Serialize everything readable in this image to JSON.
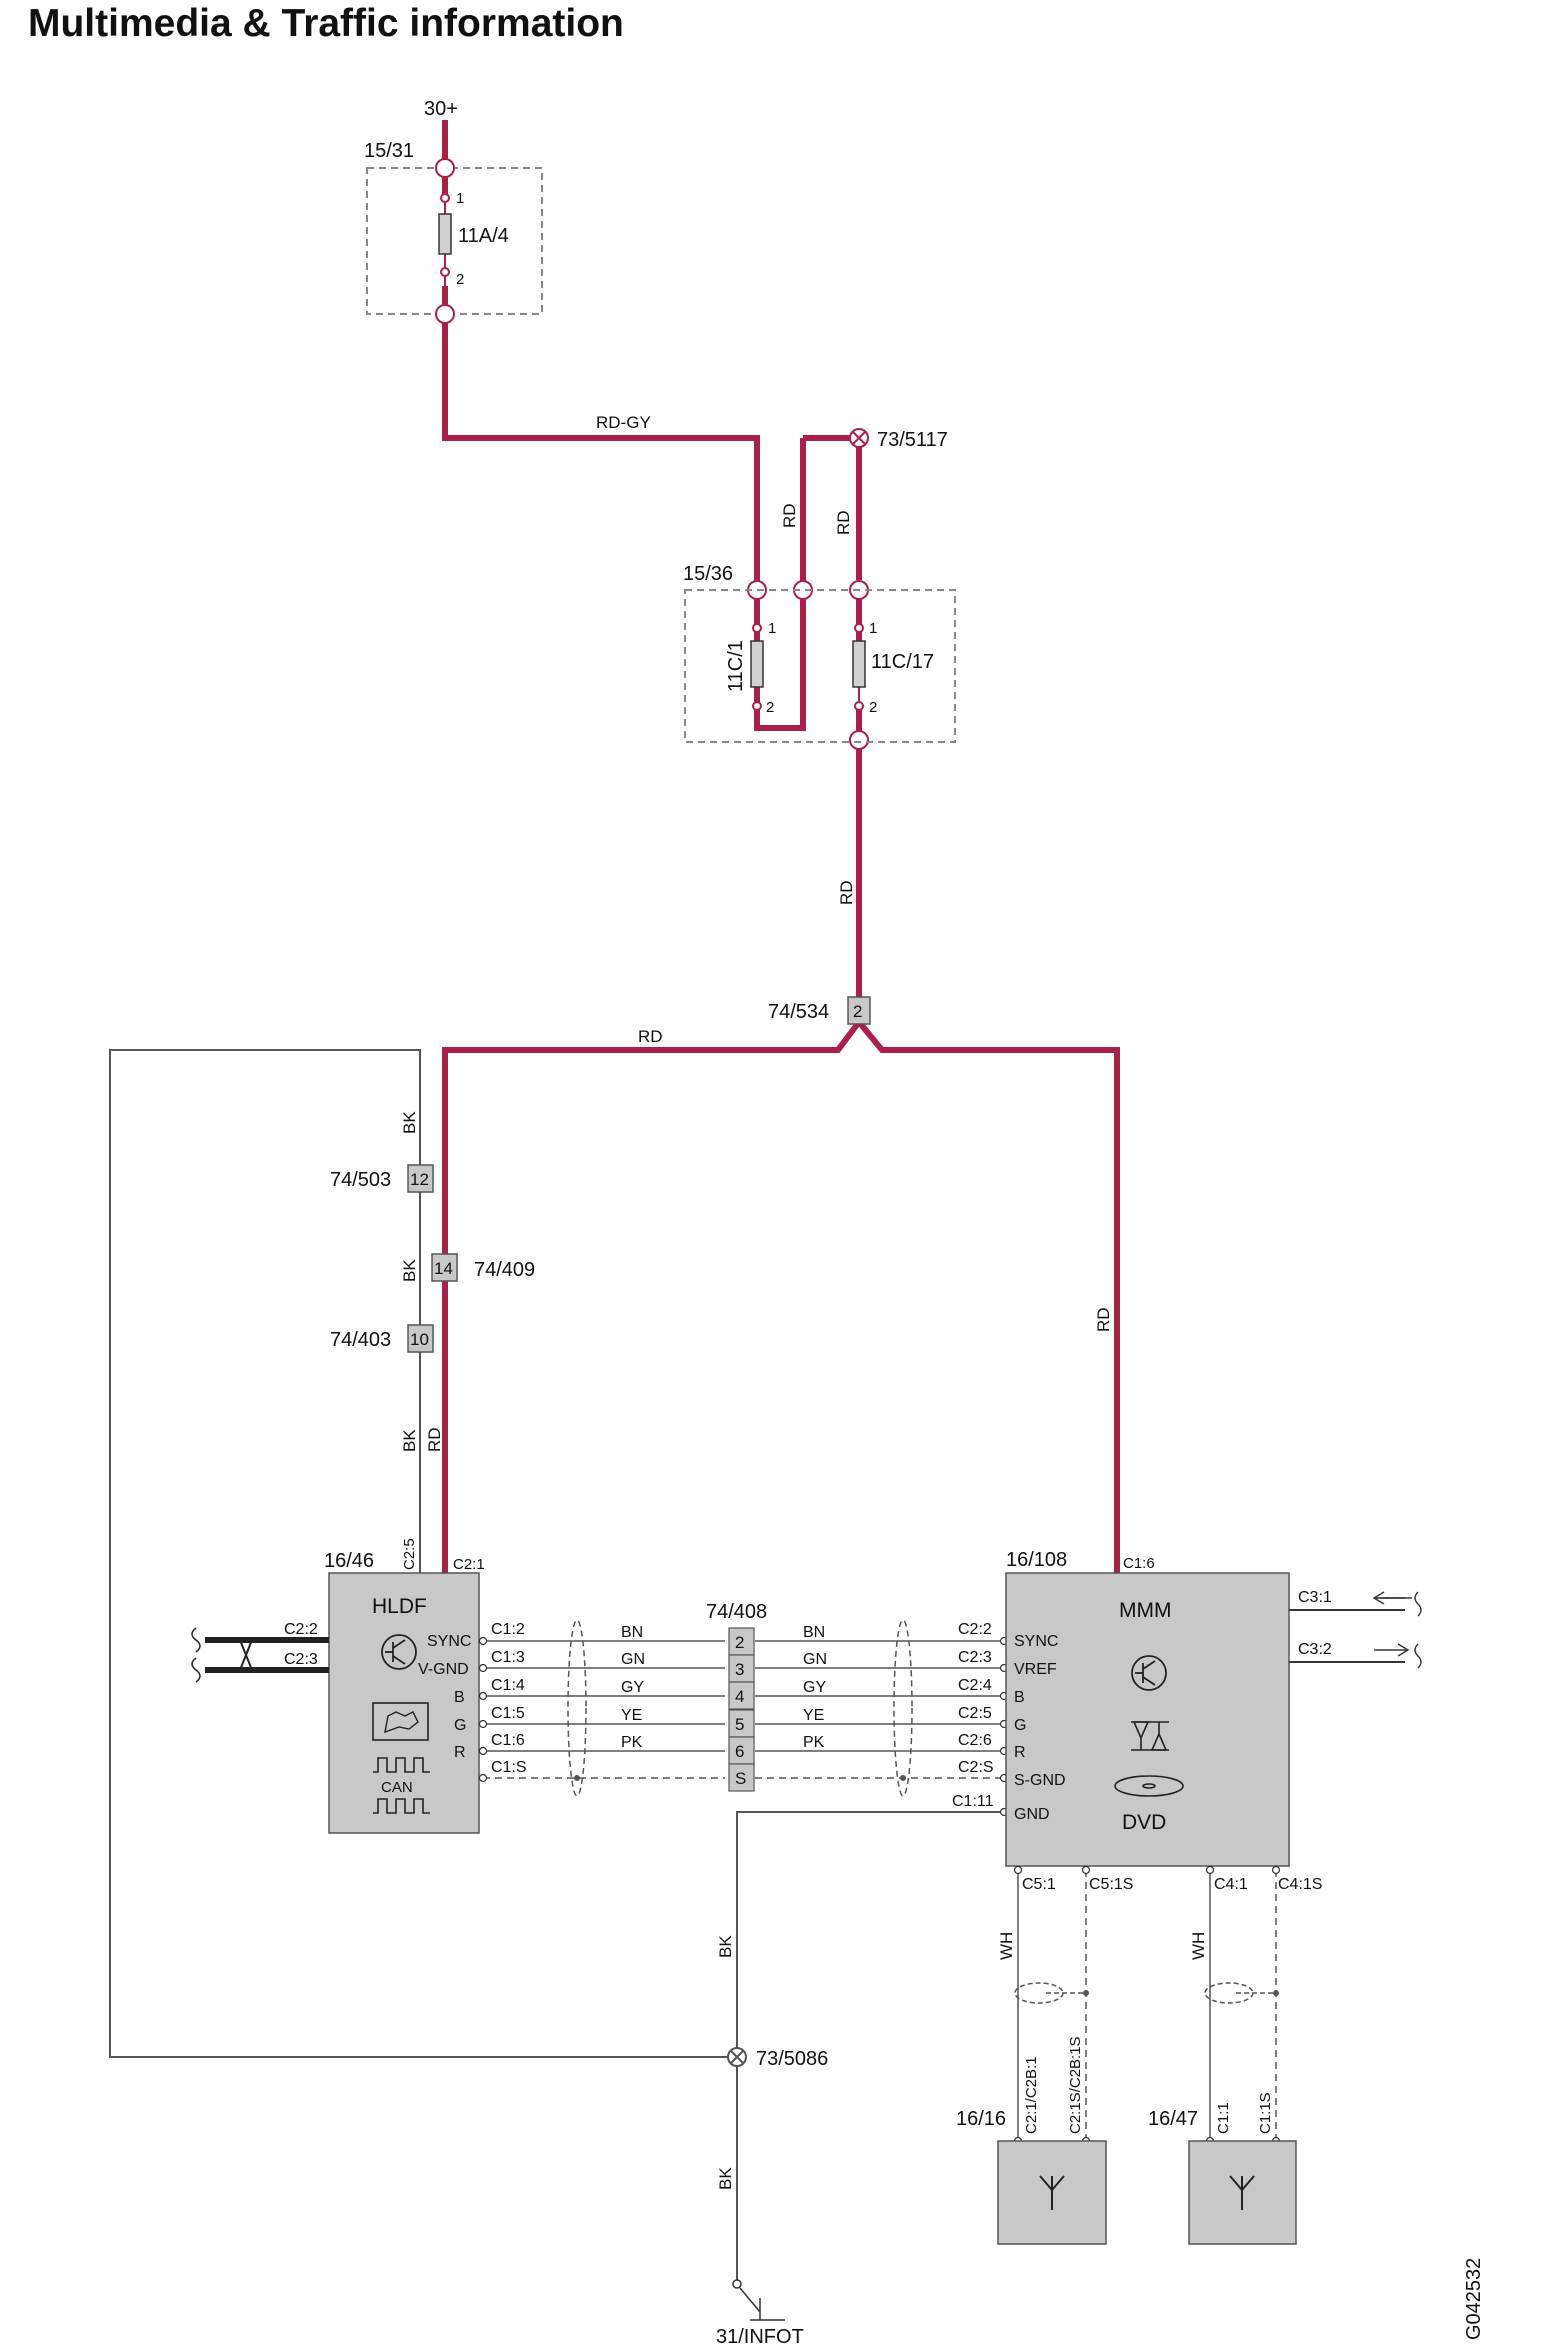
{
  "title": "Multimedia & Traffic information",
  "drawing_id": "G042532",
  "colors": {
    "power_wire": "#ab1f4b",
    "black_wire": "#555555",
    "module_fill": "#c8c8c8",
    "connector_fill": "#c8c8c8",
    "dashed_box": "#888888"
  },
  "supply": {
    "voltage": "30+",
    "ground": "31/INFOT"
  },
  "fuse_boxes": [
    {
      "ref": "15/31",
      "fuses": [
        {
          "name": "11A/4",
          "pin_in": "1",
          "pin_out": "2"
        }
      ]
    },
    {
      "ref": "15/36",
      "fuses": [
        {
          "name": "11C/1",
          "pin_in": "1",
          "pin_out": "2"
        },
        {
          "name": "11C/17",
          "pin_in": "1",
          "pin_out": "2"
        }
      ]
    }
  ],
  "wire_colors": {
    "rd_gy": "RD-GY",
    "rd": "RD",
    "bk": "BK",
    "wh": "WH"
  },
  "splices": {
    "top": "73/5117",
    "ground": "73/5086"
  },
  "connectors": [
    {
      "ref": "74/534",
      "pin": "2"
    },
    {
      "ref": "74/503",
      "pin": "12"
    },
    {
      "ref": "74/409",
      "pin": "14"
    },
    {
      "ref": "74/403",
      "pin": "10"
    },
    {
      "ref": "74/408",
      "pins": [
        "2",
        "3",
        "4",
        "5",
        "6",
        "S"
      ]
    }
  ],
  "modules": {
    "hldf": {
      "ref": "16/46",
      "name": "HLDF",
      "power_pins": [
        "C2:5",
        "C2:1"
      ],
      "left_pins": [
        "C2:2",
        "C2:3"
      ],
      "signals": [
        "SYNC",
        "V-GND",
        "B",
        "G",
        "R"
      ],
      "pins": [
        "C1:2",
        "C1:3",
        "C1:4",
        "C1:5",
        "C1:6",
        "C1:S"
      ],
      "can_label": "CAN"
    },
    "mmm": {
      "ref": "16/108",
      "name": "MMM",
      "sub": "DVD",
      "power_pin": "C1:6",
      "signals": [
        "SYNC",
        "VREF",
        "B",
        "G",
        "R",
        "S-GND",
        "GND"
      ],
      "pins": [
        "C2:2",
        "C2:3",
        "C2:4",
        "C2:5",
        "C2:6",
        "C2:S",
        "C1:11"
      ],
      "right_pins": [
        "C3:1",
        "C3:2"
      ],
      "bottom_pins": [
        "C5:1",
        "C5:1S",
        "C4:1",
        "C4:1S"
      ]
    }
  },
  "video_wires": [
    "BN",
    "GN",
    "GY",
    "YE",
    "PK"
  ],
  "antennas": [
    {
      "ref": "16/16",
      "pins": [
        "C2:1/C2B:1",
        "C2:1S/C2B:1S"
      ]
    },
    {
      "ref": "16/47",
      "pins": [
        "C1:1",
        "C1:1S"
      ]
    }
  ]
}
